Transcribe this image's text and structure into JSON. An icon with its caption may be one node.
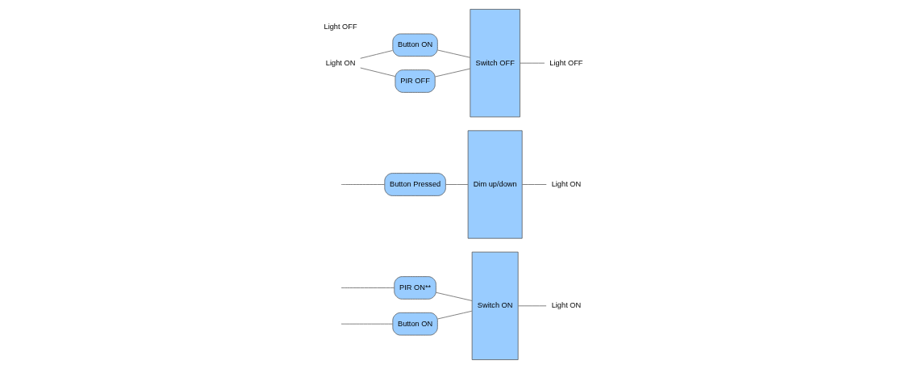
{
  "diagram": {
    "nodes": [
      {
        "text": [
          "Button ON"
        ]
      },
      {
        "text": [
          "PIR ON**"
        ]
      },
      {
        "text": [
          "Switch ON"
        ]
      },
      {
        "text": [
          "Light ON"
        ]
      },
      {
        "text": [
          "Button Pressed"
        ]
      },
      {
        "text": [
          "Dim up/down"
        ]
      },
      {
        "text": [
          "Light ON"
        ]
      },
      {
        "text": [
          "Light ON"
        ]
      },
      {
        "text": [
          "Button ON"
        ]
      },
      {
        "text": [
          "PIR OFF"
        ]
      },
      {
        "text": [
          "Switch OFF"
        ]
      },
      {
        "text": [
          "Light OFF"
        ]
      }
    ],
    "edges": [
      {
        "from": null,
        "to": 0,
        "arrow": "none"
      },
      {
        "from": null,
        "to": 1,
        "arrow": "none"
      },
      {
        "from": 0,
        "to": 2,
        "arrow": "none"
      },
      {
        "from": 1,
        "to": 2,
        "arrow": "none"
      },
      {
        "from": 2,
        "to": 3,
        "arrow": "none"
      },
      {
        "from": null,
        "to": 4,
        "arrow": "none"
      },
      {
        "from": 4,
        "to": 5,
        "arrow": "none"
      },
      {
        "from": 5,
        "to": 6,
        "arrow": "none"
      },
      {
        "from": 7,
        "to": 8,
        "arrow": "none"
      },
      {
        "from": 7,
        "to": 9,
        "arrow": "none"
      },
      {
        "from": 8,
        "to": 10,
        "arrow": "none"
      },
      {
        "from": 9,
        "to": 10,
        "arrow": "none"
      },
      {
        "from": 10,
        "to": 11,
        "arrow": "none"
      }
    ],
    "labels": [
      "Light OFF"
    ]
  }
}
